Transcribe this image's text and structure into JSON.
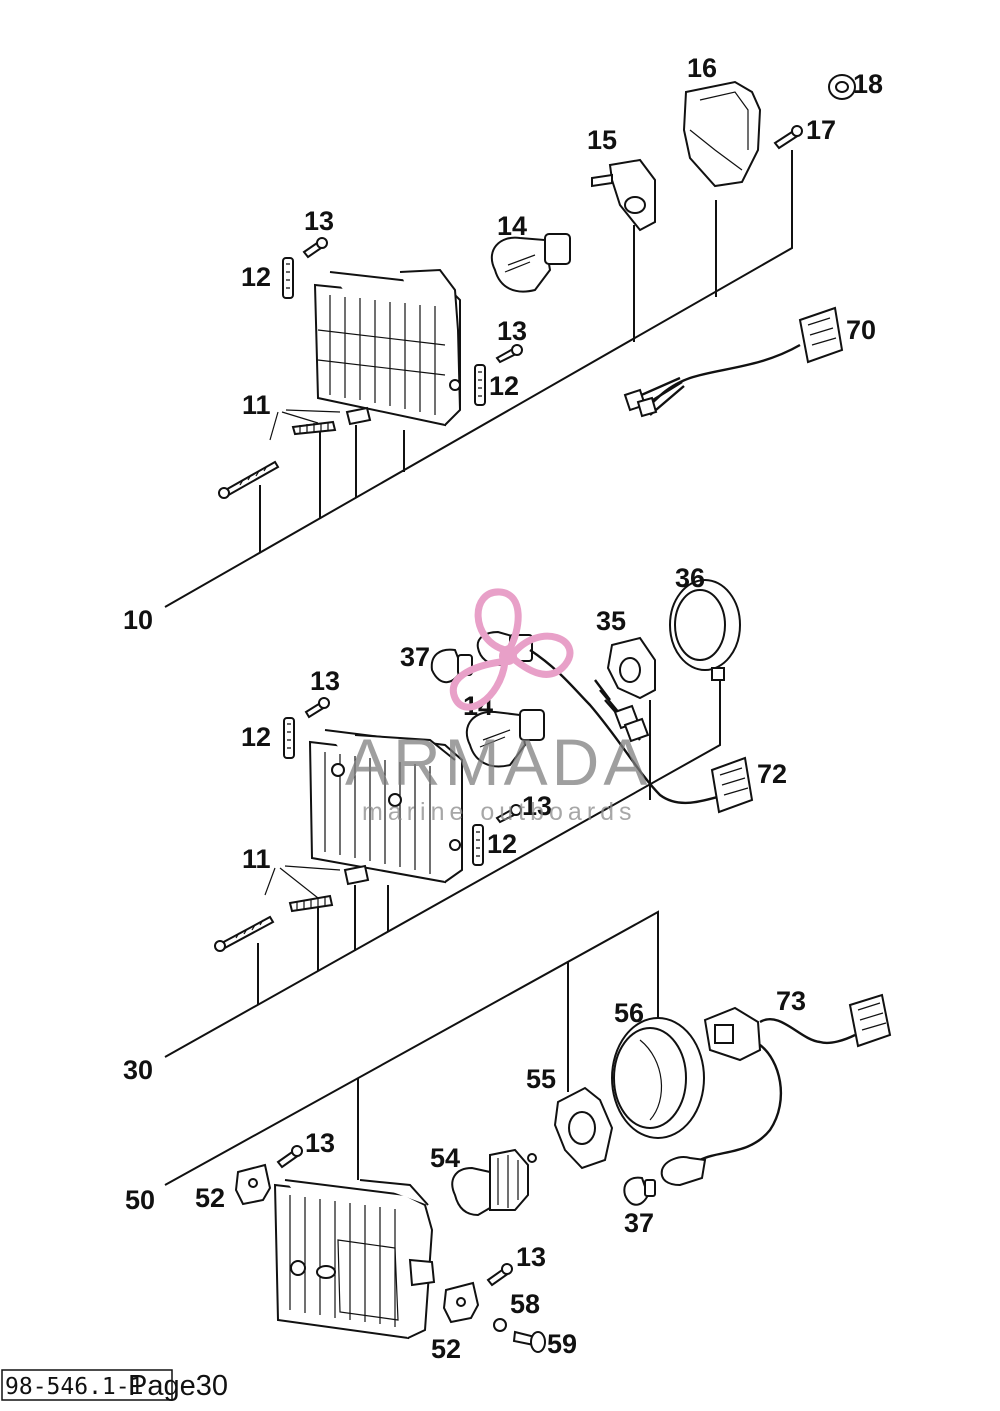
{
  "diagram": {
    "callouts": {
      "c10": "10",
      "c11a": "11",
      "c12a": "12",
      "c13a": "13",
      "c14a": "14",
      "c15": "15",
      "c16": "16",
      "c17": "17",
      "c18": "18",
      "c12b": "12",
      "c13b": "13",
      "c70": "70",
      "c30": "30",
      "c11b": "11",
      "c12c": "12",
      "c13c": "13",
      "c37a": "37",
      "c14b": "14",
      "c35": "35",
      "c36": "36",
      "c72": "72",
      "c12d": "12",
      "c13d": "13",
      "c50": "50",
      "c52a": "52",
      "c13e": "13",
      "c54": "54",
      "c55": "55",
      "c56": "56",
      "c73": "73",
      "c37b": "37",
      "c13f": "13",
      "c58": "58",
      "c52b": "52",
      "c59": "59"
    }
  },
  "watermark": {
    "brand": "ARMADA",
    "tagline": "marine outboards",
    "accent_color": "#e8a0c8"
  },
  "footer": {
    "code": "98-546.1-1",
    "page": "Page30"
  }
}
